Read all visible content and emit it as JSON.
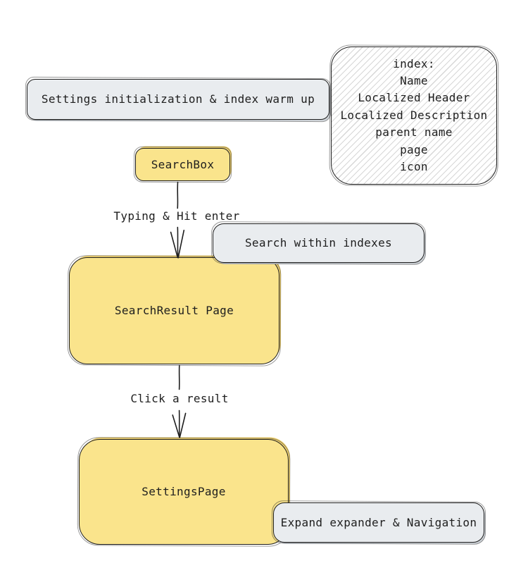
{
  "nodes": {
    "settings_init": {
      "label": "Settings initialization & index warm up"
    },
    "index_note": {
      "title": "index:",
      "lines": [
        "Name",
        "Localized Header",
        "Localized Description",
        "parent name",
        "page",
        "icon"
      ]
    },
    "search_box": {
      "label": "SearchBox"
    },
    "search_within_indexes": {
      "label": "Search within indexes"
    },
    "search_result_page": {
      "label": "SearchResult Page"
    },
    "settings_page": {
      "label": "SettingsPage"
    },
    "expand_navigation": {
      "label": "Expand expander & Navigation"
    }
  },
  "edges": {
    "typing_hit_enter": {
      "label": "Typing & Hit enter"
    },
    "click_a_result": {
      "label": "Click a result"
    }
  },
  "colors": {
    "background": "#ffffff",
    "stroke": "#1e1e1e",
    "yellow_fill": "#fae48c",
    "yellow_shadow": "#f1d372",
    "grey_fill": "#e9ecef",
    "grey_shadow": "#ced3d8",
    "hatch_line": "#d7d7d7"
  }
}
